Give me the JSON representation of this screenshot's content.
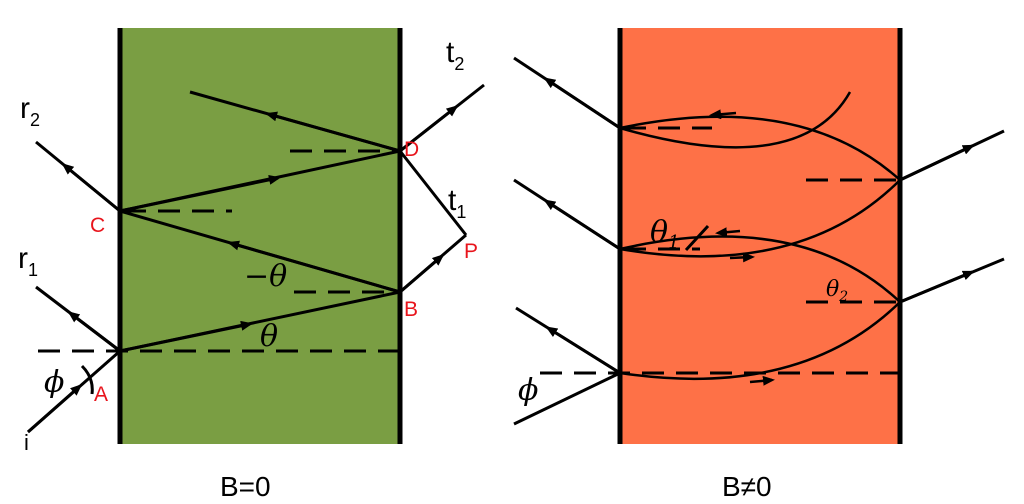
{
  "colors": {
    "left_slab": "#7a9e43",
    "right_slab": "#fe7147",
    "point_label": "#e8141c",
    "ray": "#000000"
  },
  "left": {
    "caption": "B=0",
    "points": {
      "A": "A",
      "B": "B",
      "C": "C",
      "D": "D",
      "P": "P"
    },
    "rays": {
      "i": "i",
      "r1": {
        "base": "r",
        "sub": "1"
      },
      "r2": {
        "base": "r",
        "sub": "2"
      },
      "t1": {
        "base": "t",
        "sub": "1"
      },
      "t2": {
        "base": "t",
        "sub": "2"
      }
    },
    "angles": {
      "phi": "ϕ",
      "theta": "θ",
      "neg_theta": "−θ"
    }
  },
  "right": {
    "caption": "B≠0",
    "angles": {
      "phi": "ϕ",
      "theta1": {
        "base": "θ",
        "sub": "1"
      },
      "theta2": {
        "base": "θ",
        "sub": "2"
      }
    }
  }
}
